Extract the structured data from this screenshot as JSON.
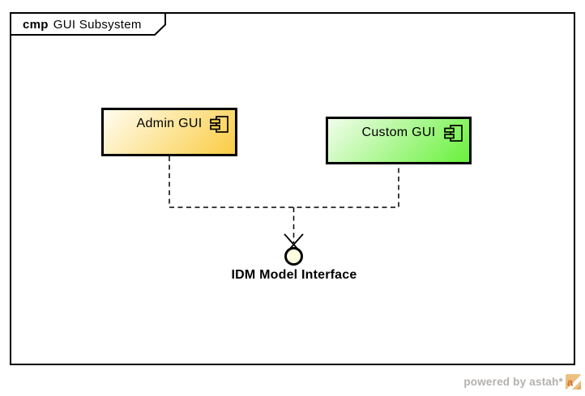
{
  "frame": {
    "keyword": "cmp",
    "title": "GUI Subsystem"
  },
  "diagram": {
    "components": [
      {
        "name": "Admin GUI",
        "icon": "uml-component-icon",
        "gradient_from": "#FFFDF0",
        "gradient_to": "#FACC44"
      },
      {
        "name": "Custom GUI",
        "icon": "uml-component-icon",
        "gradient_from": "#F2FDEC",
        "gradient_to": "#68F13B"
      }
    ],
    "interface": {
      "name": "IDM Model Interface",
      "fill": "#FFFFE0"
    }
  },
  "watermark": {
    "text": "powered by astah*",
    "icon": "astah-logo-icon",
    "color": "#B3B0AD"
  }
}
